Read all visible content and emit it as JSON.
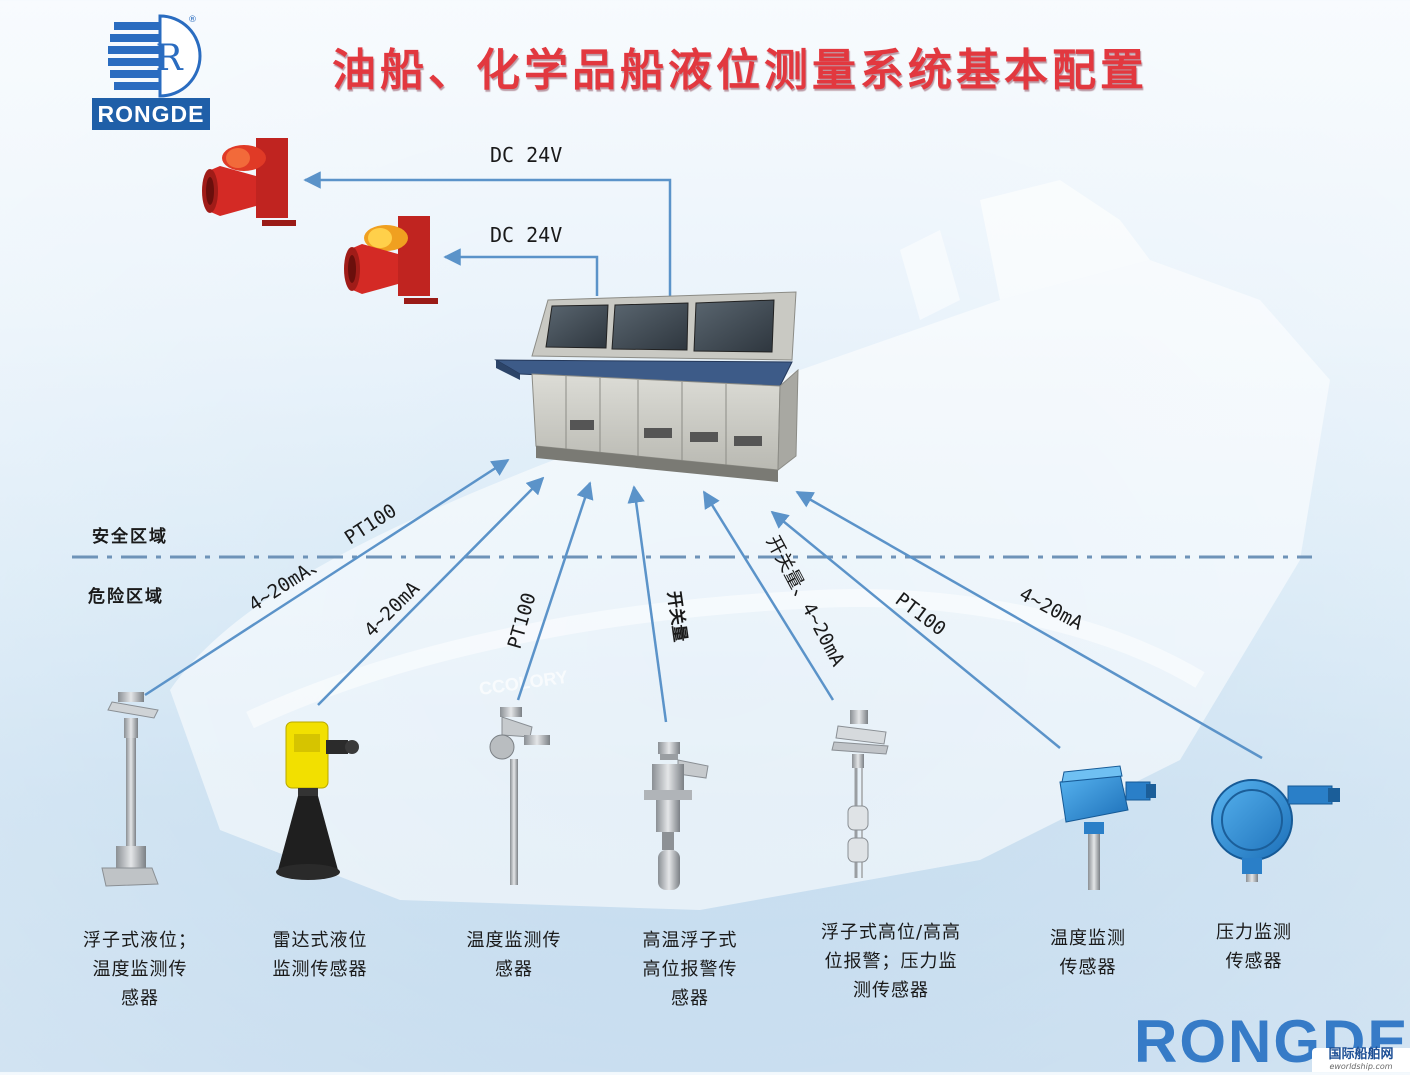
{
  "title": "油船、化学品船液位测量系统基本配置",
  "logo": {
    "text": "RONGDE",
    "emblem_letter": "R",
    "registered_mark": "®"
  },
  "watermark": {
    "text": "RONGDE"
  },
  "site_badge": {
    "name": "国际船舶网",
    "url": "eworldship.com"
  },
  "zones": {
    "safe": "安全区域",
    "hazardous": "危险区域"
  },
  "power_links": [
    {
      "label": "DC 24V"
    },
    {
      "label": "DC 24V"
    }
  ],
  "signal_labels": [
    {
      "text": "PT100"
    },
    {
      "text": "4~20mA、"
    },
    {
      "text": "4~20mA"
    },
    {
      "text": "PT100"
    },
    {
      "text": "开关量"
    },
    {
      "text": "开关量、4~20mA"
    },
    {
      "text": "PT100"
    },
    {
      "text": "4~20mA"
    }
  ],
  "sensors": [
    {
      "lines": [
        "浮子式液位；",
        "温度监测传",
        "感器"
      ]
    },
    {
      "lines": [
        "雷达式液位",
        "监测传感器"
      ]
    },
    {
      "lines": [
        "温度监测传",
        "感器"
      ]
    },
    {
      "lines": [
        "高温浮子式",
        "高位报警传",
        "感器"
      ]
    },
    {
      "lines": [
        "浮子式高位/高高",
        "位报警；压力监",
        "测传感器"
      ]
    },
    {
      "lines": [
        "温度监测",
        "传感器"
      ]
    },
    {
      "lines": [
        "压力监测",
        "传感器"
      ]
    }
  ],
  "colors": {
    "title": "#e2383f",
    "arrow": "#5b93c9",
    "zone_line": "#6e93b8",
    "alarm_red": "#d42a25",
    "beacon_amber": "#f0a020",
    "yellow_sensor": "#f2e000",
    "blue_sensor": "#2a8bd6",
    "brand_blue": "#1f5fa8"
  },
  "icons": [
    "ship-silhouette-graphic",
    "alarm-horn-icon",
    "control-console-graphic",
    "level-sensor-icon",
    "radar-sensor-icon",
    "temperature-probe-icon",
    "float-switch-icon",
    "pressure-transmitter-icon"
  ]
}
